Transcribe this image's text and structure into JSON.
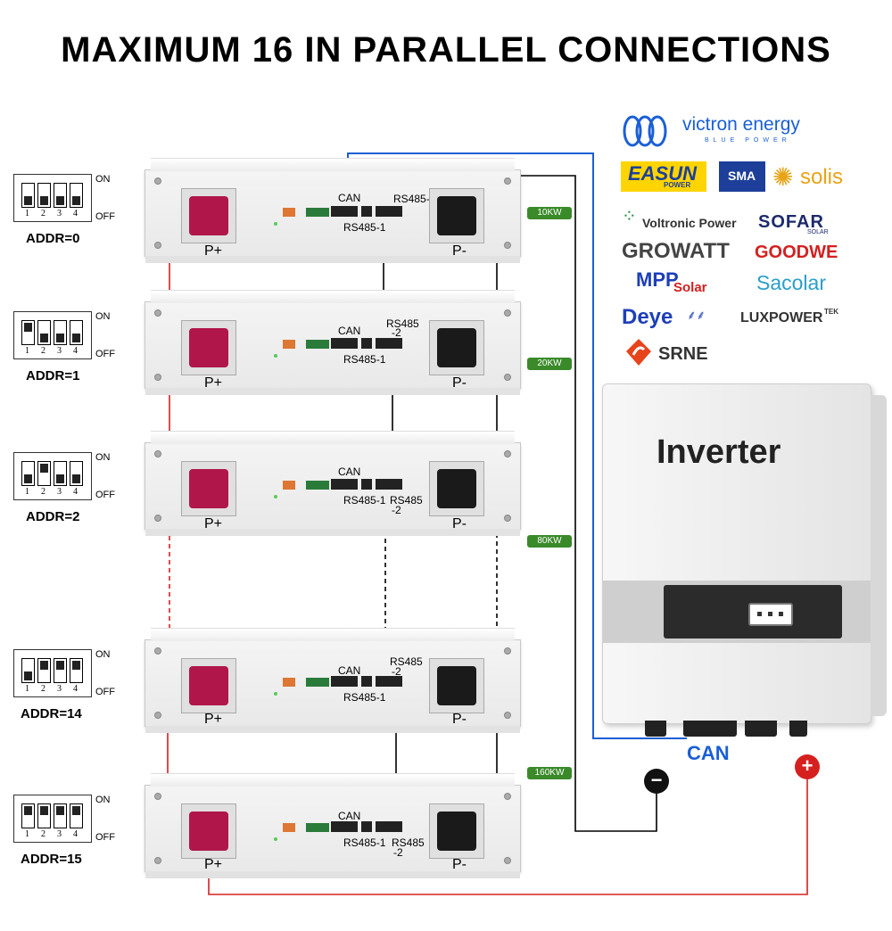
{
  "title": "MAXIMUM 16 IN PARALLEL CONNECTIONS",
  "labels": {
    "can": "CAN",
    "rs485_1": "RS485-1",
    "rs485_2": "RS485-2",
    "rs485_split_a": "RS485",
    "rs485_split_b": "-2",
    "positive": "P+",
    "negative": "P-",
    "on": "ON",
    "off": "OFF",
    "dip_numbers": [
      "1",
      "2",
      "3",
      "4"
    ]
  },
  "modules": [
    {
      "address": "ADDR=0",
      "dip_on": [
        false,
        false,
        false,
        false
      ]
    },
    {
      "address": "ADDR=1",
      "dip_on": [
        true,
        false,
        false,
        false
      ]
    },
    {
      "address": "ADDR=2",
      "dip_on": [
        false,
        true,
        false,
        false
      ]
    },
    {
      "address": "ADDR=14",
      "dip_on": [
        false,
        true,
        true,
        true
      ]
    },
    {
      "address": "ADDR=15",
      "dip_on": [
        true,
        true,
        true,
        true
      ]
    }
  ],
  "power_badges": [
    "10KW",
    "20KW",
    "80KW",
    "160KW"
  ],
  "brands": {
    "victron": {
      "name": "victron energy",
      "tagline": "BLUE POWER"
    },
    "easun": {
      "name": "EASUN",
      "sub": "POWER"
    },
    "sma": "SMA",
    "solis": "solis",
    "voltronic": "Voltronic Power",
    "sofar": {
      "name": "SOFAR",
      "sub": "SOLAR"
    },
    "growatt": "GROWATT",
    "goodwe": "GOODWE",
    "mpp": {
      "name": "MPP",
      "sub": "Solar"
    },
    "sacolar": "Sacolar",
    "deye": "Deye",
    "luxpower": {
      "name": "LUXPOWER",
      "sup": "TEK"
    },
    "srne": "SRNE"
  },
  "inverter": {
    "label": "Inverter",
    "can_label": "CAN"
  },
  "polarity": {
    "negative_symbol": "−",
    "positive_symbol": "+"
  },
  "colors": {
    "can_wire": "#1a5fd6",
    "positive_wire": "#d62020",
    "negative_wire": "#000000",
    "badge": "#3a8a2a",
    "positive_terminal": "#b0164a"
  }
}
